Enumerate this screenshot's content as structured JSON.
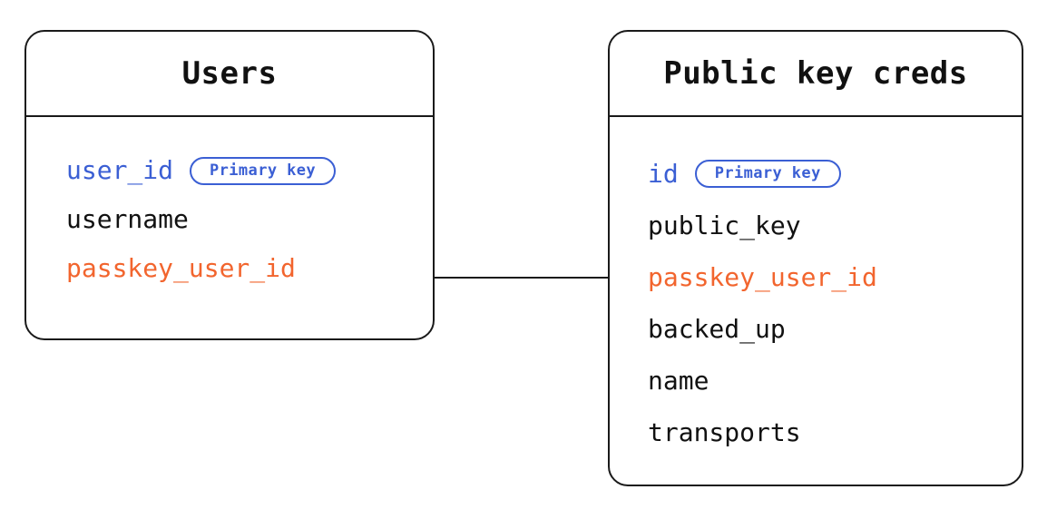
{
  "diagram": {
    "type": "entity-relationship-diagram",
    "background_color": "#ffffff",
    "colors": {
      "primary_key": "#3b5fd4",
      "foreign_key": "#f2652e",
      "default_text": "#111111",
      "border": "#1a1a1a",
      "badge_border": "#3b5fd4"
    },
    "entities": [
      {
        "id": "users",
        "title": "Users",
        "fields": [
          {
            "name": "user_id",
            "role": "pk",
            "badge": "Primary key"
          },
          {
            "name": "username",
            "role": "plain",
            "badge": null
          },
          {
            "name": "passkey_user_id",
            "role": "fk",
            "badge": null
          }
        ]
      },
      {
        "id": "public_key_creds",
        "title": "Public key creds",
        "fields": [
          {
            "name": "id",
            "role": "pk",
            "badge": "Primary key"
          },
          {
            "name": "public_key",
            "role": "plain",
            "badge": null
          },
          {
            "name": "passkey_user_id",
            "role": "fk",
            "badge": null
          },
          {
            "name": "backed_up",
            "role": "plain",
            "badge": null
          },
          {
            "name": "name",
            "role": "plain",
            "badge": null
          },
          {
            "name": "transports",
            "role": "plain",
            "badge": null
          }
        ]
      }
    ],
    "relationships": [
      {
        "id": "users-to-public-key-creds",
        "from_entity": "Users",
        "from_field": "passkey_user_id",
        "to_entity": "Public key creds",
        "to_field": "passkey_user_id",
        "style": "solid-line"
      }
    ]
  }
}
